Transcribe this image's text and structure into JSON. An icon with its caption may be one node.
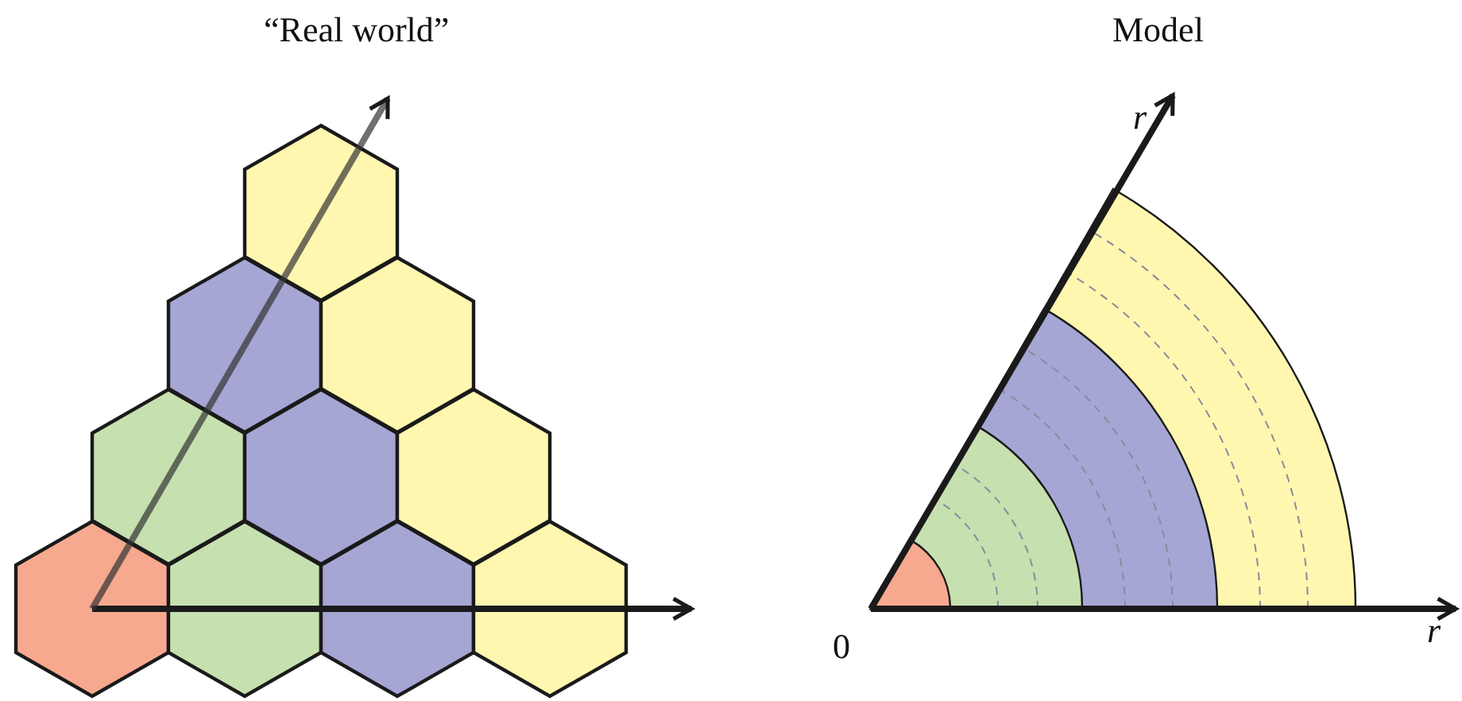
{
  "diagram": {
    "labels": [
      "“Real world”",
      "Model",
      "r",
      "r",
      "0"
    ]
  }
}
